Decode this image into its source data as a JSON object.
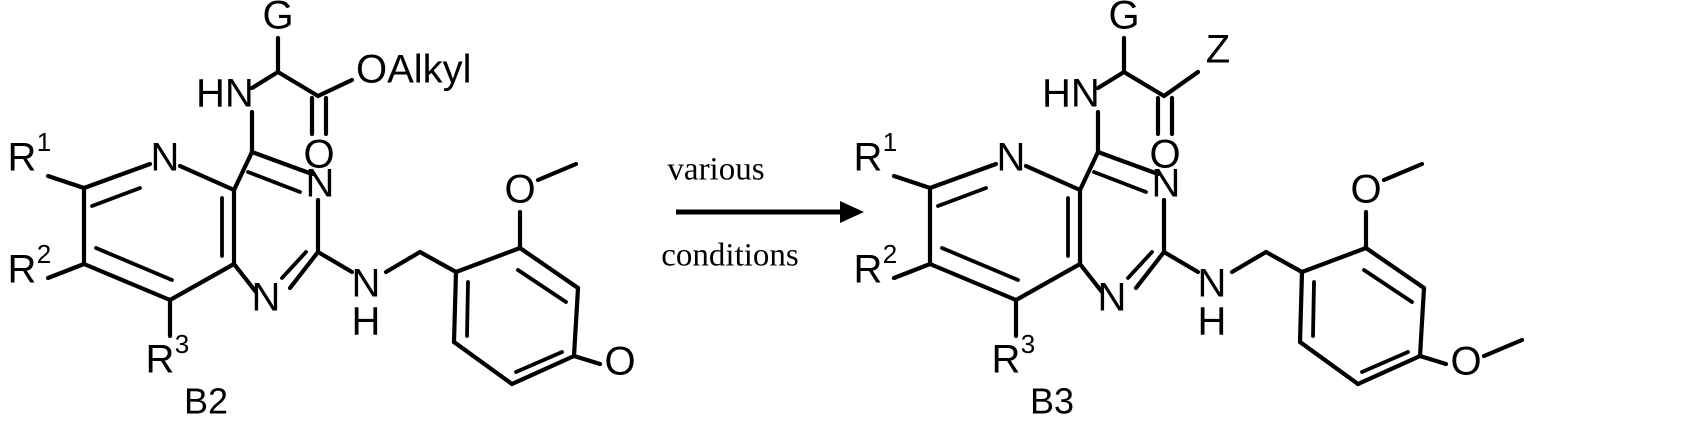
{
  "diagram": {
    "type": "chemical-reaction-scheme",
    "title": "",
    "reagent_above": "various",
    "reagent_below": "conditions",
    "arrow_direction": "right"
  },
  "reactant": {
    "label": "B2",
    "atoms": {
      "g": "G",
      "hn": "HN",
      "ester": "OAlkyl",
      "carbonyl_o": "O",
      "ring_n_top": "N",
      "ring_n_right_upper": "N",
      "ring_n_right_lower": "N",
      "nh_n": "N",
      "nh_h": "H",
      "methoxy_o_2": "O",
      "methoxy_o_4": "O",
      "r1": "R",
      "r1_sup": "1",
      "r2": "R",
      "r2_sup": "2",
      "r3": "R",
      "r3_sup": "3"
    }
  },
  "product": {
    "label": "B3",
    "atoms": {
      "g": "G",
      "hn": "HN",
      "ester": "Z",
      "carbonyl_o": "O",
      "ring_n_top": "N",
      "ring_n_right_upper": "N",
      "ring_n_right_lower": "N",
      "nh_n": "N",
      "nh_h": "H",
      "methoxy_o_2": "O",
      "methoxy_o_4": "O",
      "r1": "R",
      "r1_sup": "1",
      "r2": "R",
      "r2_sup": "2",
      "r3": "R",
      "r3_sup": "3"
    }
  },
  "colors": {
    "ink": "#000000",
    "background": "#ffffff"
  }
}
